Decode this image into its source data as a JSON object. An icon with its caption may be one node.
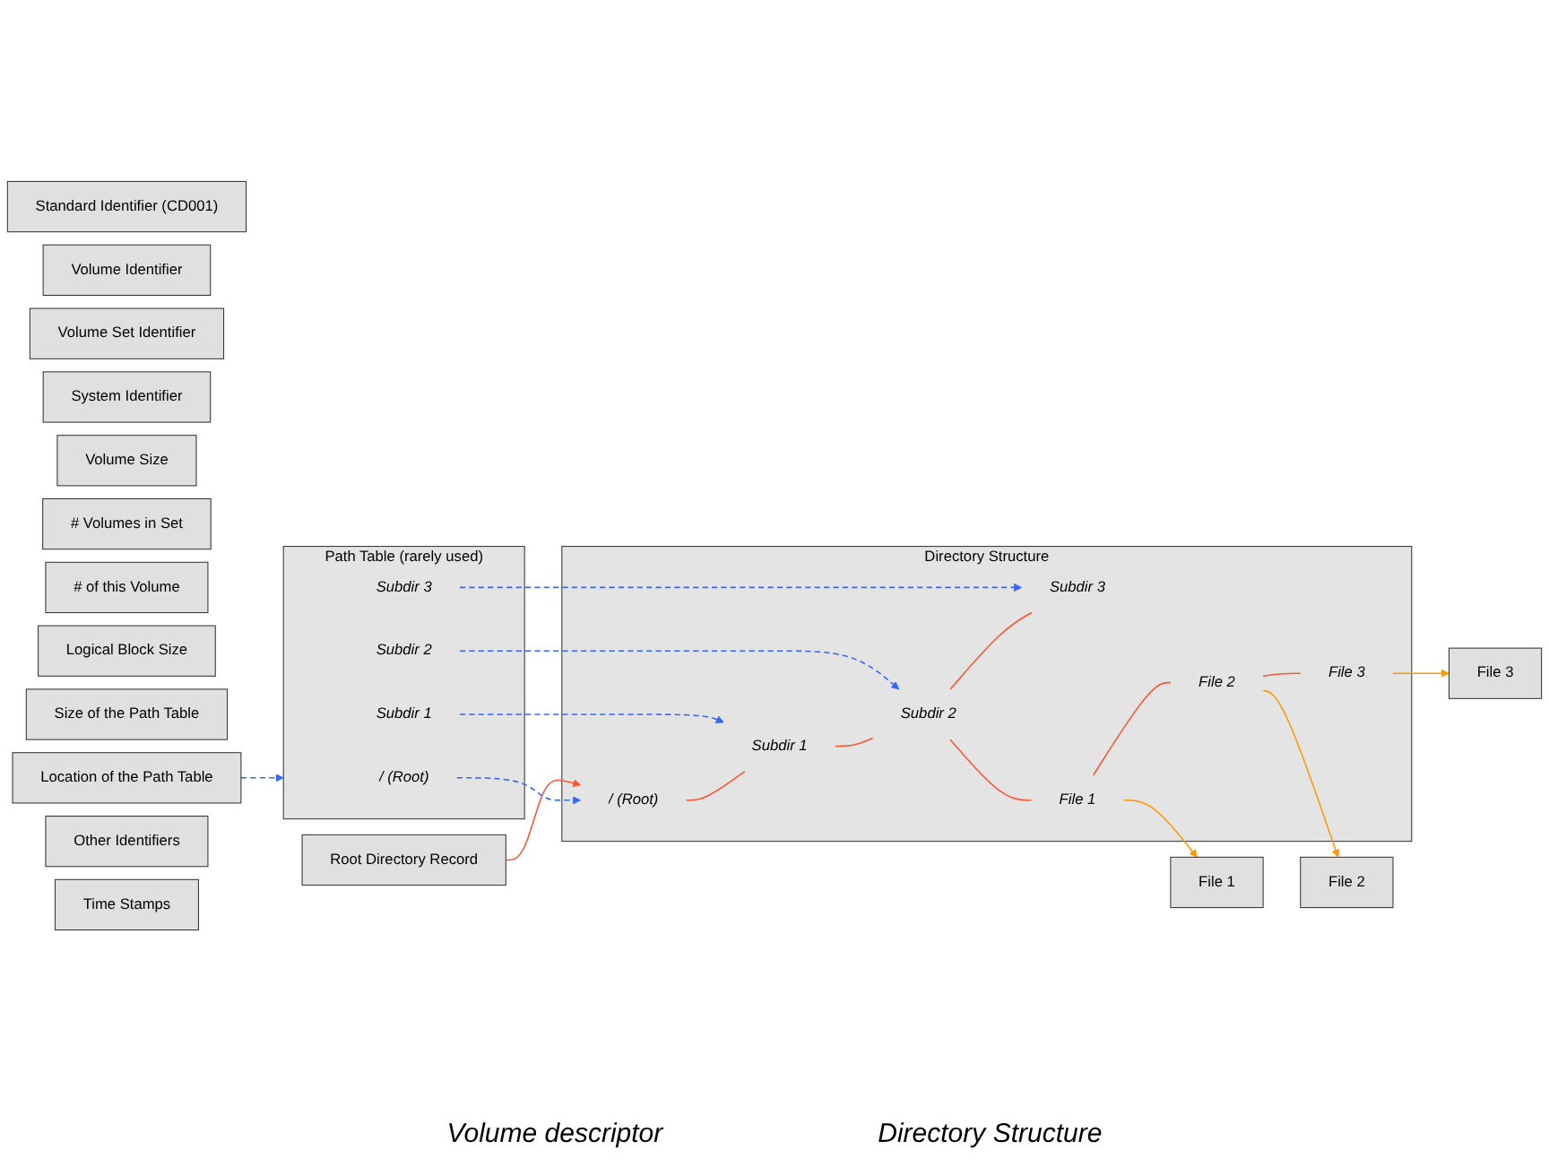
{
  "diagram": {
    "nodes": [
      {
        "text": [
          "Standard Identifier (CD001)"
        ]
      },
      {
        "text": [
          "Volume Identifier"
        ]
      },
      {
        "text": [
          "Volume Set Identifier"
        ]
      },
      {
        "text": [
          "System Identifier"
        ]
      },
      {
        "text": [
          "Volume Size"
        ]
      },
      {
        "text": [
          "# Volumes in Set"
        ]
      },
      {
        "text": [
          "# of this Volume"
        ]
      },
      {
        "text": [
          "Logical Block Size"
        ]
      },
      {
        "text": [
          "Size of the Path Table"
        ]
      },
      {
        "text": [
          "Location of the Path Table"
        ]
      },
      {
        "text": [
          "Root Directory Record"
        ]
      },
      {
        "text": [
          "Other Identifiers"
        ]
      },
      {
        "text": [
          "Time Stamps"
        ]
      },
      {
        "text": [
          "Path Table (rarely used)"
        ]
      },
      {
        "text": [
          "/ (Root)"
        ],
        "in": 13
      },
      {
        "text": [
          "Subdir 1"
        ],
        "in": 13
      },
      {
        "text": [
          "Subdir 2"
        ],
        "in": 13
      },
      {
        "text": [
          "Subdir 3"
        ],
        "in": 13
      },
      {
        "text": [
          "Directory Structure"
        ]
      },
      {
        "text": [
          "/ (Root)"
        ],
        "in": 18
      },
      {
        "text": [
          "Subdir 1"
        ],
        "in": 18
      },
      {
        "text": [
          "Subdir 2"
        ],
        "in": 18
      },
      {
        "text": [
          "Subdir 3"
        ],
        "in": 18
      },
      {
        "text": [
          "File 1"
        ],
        "in": 18
      },
      {
        "text": [
          "File 2"
        ],
        "in": 18
      },
      {
        "text": [
          "File 3"
        ],
        "in": 18
      },
      {
        "text": [
          "File 1"
        ]
      },
      {
        "text": [
          "File 2"
        ]
      },
      {
        "text": [
          "File 3"
        ]
      }
    ],
    "edges": [
      {
        "from": 9,
        "to": 13,
        "arrow": "to",
        "style": "dashed",
        "color": "#3366ff"
      },
      {
        "from": 10,
        "to": 19,
        "arrow": "to",
        "color": "#ff5533"
      },
      {
        "from": 14,
        "to": 19,
        "arrow": "to",
        "style": "dashed",
        "color": "#3366ff"
      },
      {
        "from": 15,
        "to": 20,
        "arrow": "to",
        "style": "dashed",
        "color": "#3366ff"
      },
      {
        "from": 16,
        "to": 21,
        "arrow": "to",
        "style": "dashed",
        "color": "#3366ff"
      },
      {
        "from": 17,
        "to": 22,
        "arrow": "to",
        "style": "dashed",
        "color": "#3366ff"
      },
      {
        "from": 19,
        "to": 20,
        "arrow": "none",
        "color": "#ff5533"
      },
      {
        "from": 20,
        "to": 21,
        "arrow": "none",
        "color": "#ff5533"
      },
      {
        "from": 21,
        "to": 22,
        "arrow": "none",
        "color": "#ff5533"
      },
      {
        "from": 21,
        "to": 23,
        "arrow": "none",
        "color": "#ff5533"
      },
      {
        "from": 23,
        "to": 24,
        "arrow": "none",
        "color": "#ff5533"
      },
      {
        "from": 24,
        "to": 25,
        "arrow": "none",
        "color": "#ff5533"
      },
      {
        "from": 23,
        "to": 26,
        "arrow": "to",
        "color": "#ff9900"
      },
      {
        "from": 24,
        "to": 27,
        "arrow": "to",
        "color": "#ff9900"
      },
      {
        "from": 25,
        "to": 28,
        "arrow": "to",
        "color": "#ff9900"
      }
    ],
    "labels": [
      "Volume descriptor",
      "Directory Structure"
    ]
  }
}
